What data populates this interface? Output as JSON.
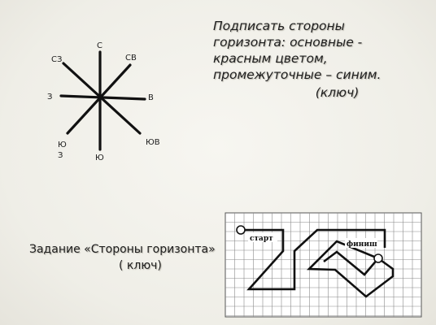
{
  "heading": {
    "line1": "Подписать стороны",
    "line2": "горизонта: основные -",
    "line3": "красным цветом,",
    "line4": "промежуточные – синим.",
    "key": "(ключ)"
  },
  "compass": {
    "north": "С",
    "north_east": "СВ",
    "east": "В",
    "south_east": "ЮВ",
    "south": "Ю",
    "south_west_top": "Ю",
    "south_west_bottom": "З",
    "west": "З",
    "north_west": "СЗ"
  },
  "task": {
    "line1": "Задание «Стороны горизонта»",
    "line2": "( ключ)"
  },
  "maze": {
    "start_label": "старт",
    "finish_label": "финиш"
  }
}
